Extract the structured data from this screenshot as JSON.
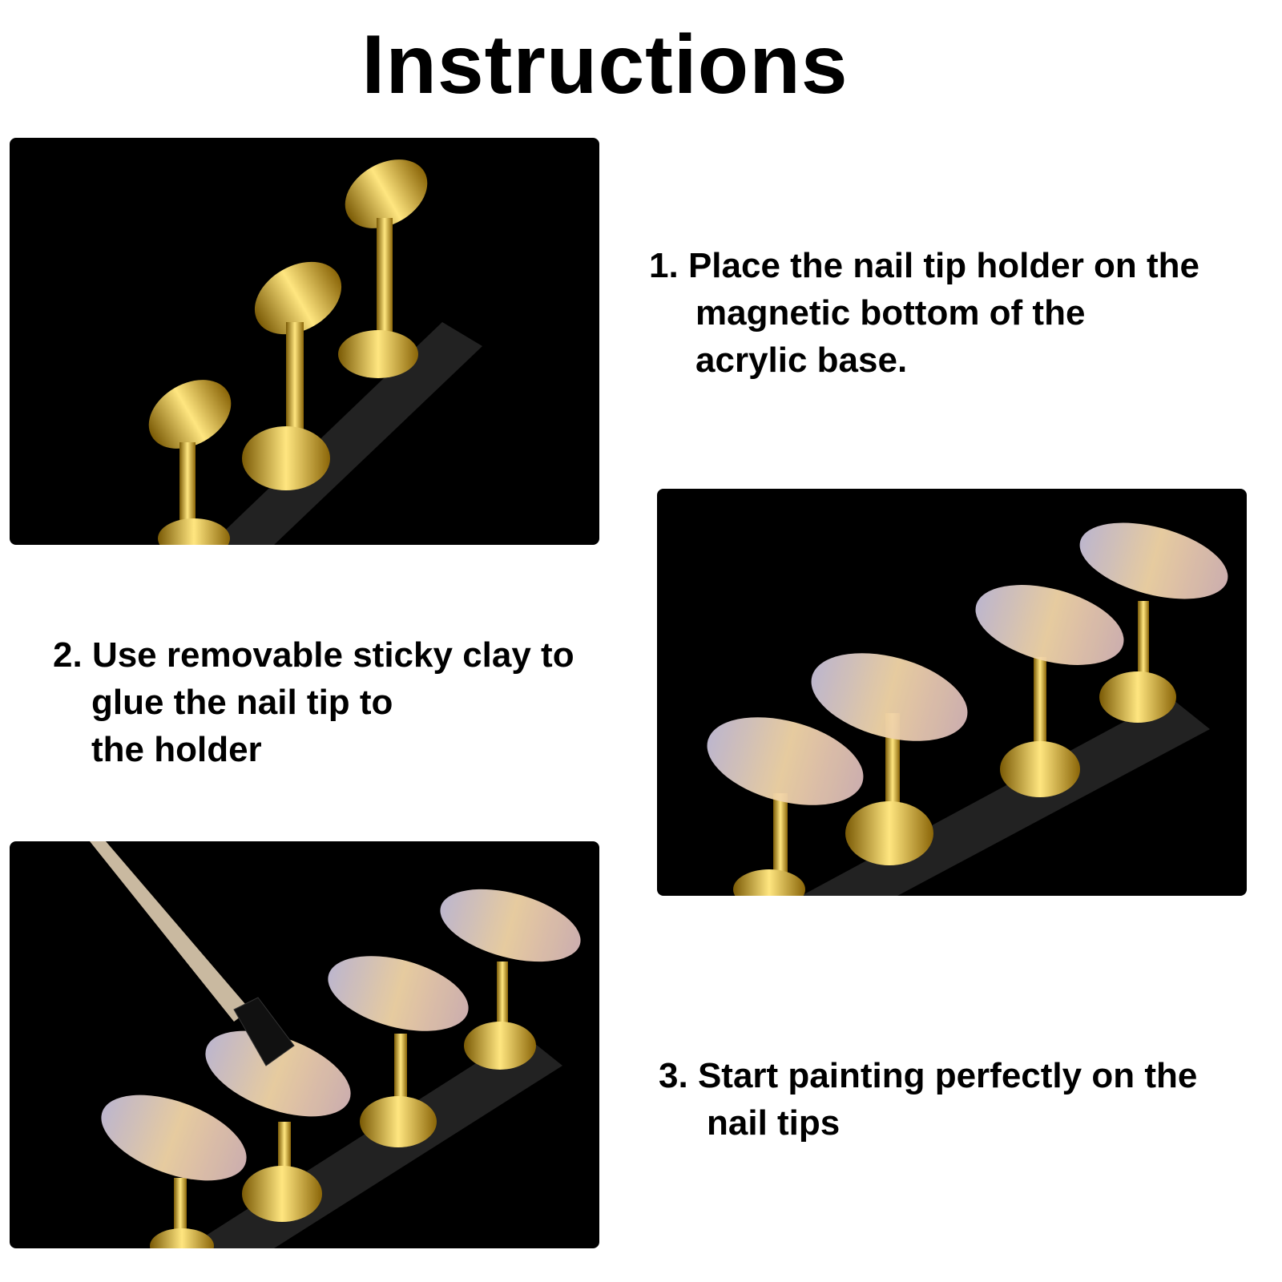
{
  "title": "Instructions",
  "steps": [
    {
      "number": "1.",
      "lines": [
        "Place the nail tip holder on the",
        "magnetic bottom of the",
        "acrylic base."
      ]
    },
    {
      "number": "2.",
      "lines": [
        "Use removable sticky clay to",
        "glue the nail tip to",
        "the holder"
      ]
    },
    {
      "number": "3.",
      "lines": [
        "Start painting perfectly on the",
        "nail tips"
      ]
    }
  ],
  "colors": {
    "gold": "#d4a514",
    "nail": "#e8d2c0",
    "background": "#000000"
  }
}
